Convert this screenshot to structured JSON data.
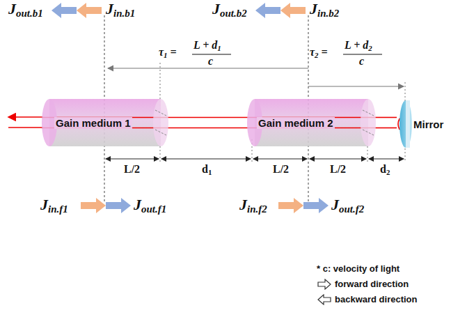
{
  "diagram": {
    "nodes": [
      {
        "text": [
          "Gain medium 1"
        ]
      },
      {
        "text": [
          "Gain medium 2"
        ]
      },
      {
        "text": [
          "Mirror"
        ]
      }
    ],
    "edges": [
      {
        "from": 0,
        "to": 1,
        "arrow": "none"
      },
      {
        "from": 1,
        "to": 2,
        "arrow": "none"
      }
    ],
    "labels": [
      "Jout.b1",
      "Jin.b1",
      "Jout.b2",
      "Jin.b2",
      "τ1 =",
      "L + d1",
      "c",
      "τ2 =",
      "L + d2",
      "c",
      "L/2",
      "d1",
      "L/2",
      "L/2",
      "d2",
      "Jin.f1",
      "Jout.f1",
      "Jin.f2",
      "Jout.f2",
      "* c: velocity of light"
    ],
    "legend": [
      {
        "text": "forward direction"
      },
      {
        "text": "backward direction"
      }
    ]
  }
}
